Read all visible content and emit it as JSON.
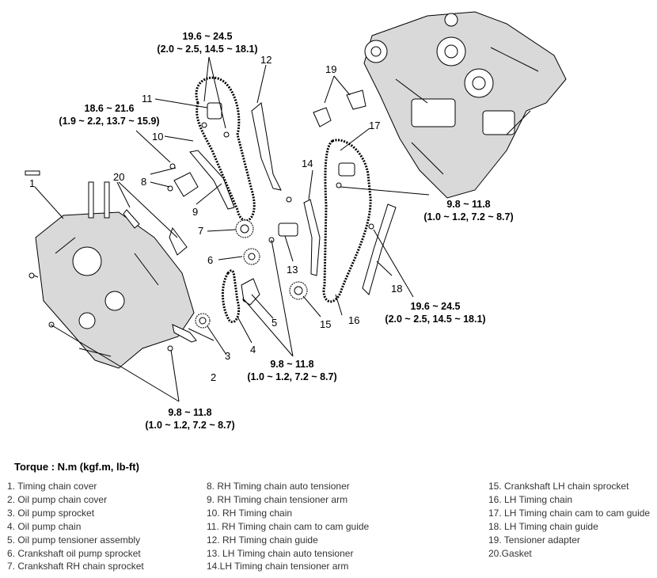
{
  "callouts": [
    "1",
    "2",
    "3",
    "4",
    "5",
    "6",
    "7",
    "8",
    "9",
    "10",
    "11",
    "12",
    "13",
    "14",
    "15",
    "16",
    "17",
    "18",
    "19",
    "20"
  ],
  "torques": [
    {
      "value": "19.6 ~ 24.5",
      "sub": "(2.0 ~ 2.5, 14.5 ~ 18.1)"
    },
    {
      "value": "18.6 ~ 21.6",
      "sub": "(1.9 ~ 2.2, 13.7 ~ 15.9)"
    },
    {
      "value": "9.8 ~ 11.8",
      "sub": "(1.0 ~ 1.2, 7.2 ~ 8.7)"
    },
    {
      "value": "19.6 ~ 24.5",
      "sub": "(2.0 ~ 2.5, 14.5 ~ 18.1)"
    },
    {
      "value": "9.8 ~ 11.8",
      "sub": "(1.0 ~ 1.2, 7.2 ~ 8.7)"
    },
    {
      "value": "9.8 ~ 11.8",
      "sub": "(1.0 ~ 1.2, 7.2 ~ 8.7)"
    }
  ],
  "legend": {
    "title": "Torque : N.m (kgf.m, lb-ft)",
    "col1": [
      "1. Timing chain cover",
      "2. Oil pump chain cover",
      "3. Oil pump sprocket",
      "4. Oil pump chain",
      "5. Oil pump tensioner assembly",
      "6. Crankshaft oil pump sprocket",
      "7. Crankshaft RH chain sprocket"
    ],
    "col2": [
      "8. RH Timing chain auto tensioner",
      "9. RH Timing chain tensioner arm",
      "10. RH Timing chain",
      "11. RH Timing chain cam to cam guide",
      "12. RH Timing chain guide",
      "13. LH Timing chain auto tensioner",
      "14.LH Timing chain tensioner arm"
    ],
    "col3": [
      "15. Crankshaft LH chain sprocket",
      "16. LH Timing chain",
      "17. LH Timing chain cam to cam guide",
      "18. LH Timing chain guide",
      "19. Tensioner adapter",
      "20.Gasket"
    ]
  }
}
